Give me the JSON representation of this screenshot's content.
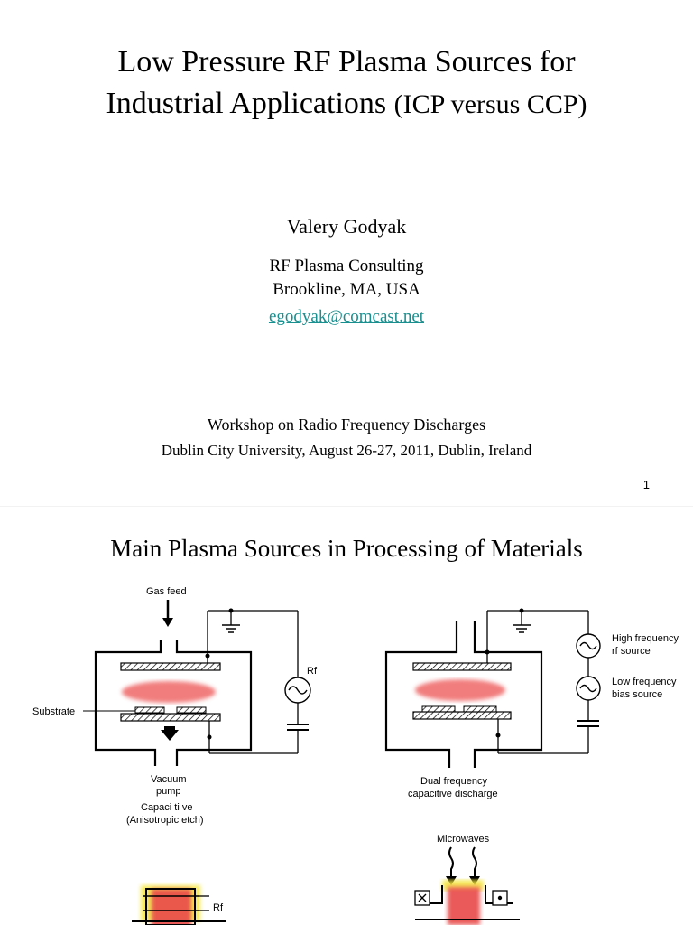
{
  "slide1": {
    "title_line1": "Low Pressure RF Plasma Sources for",
    "title_line2_main": "Industrial Applications",
    "title_line2_sub": "(ICP versus CCP)",
    "author": "Valery Godyak",
    "affiliation_line1": "RF Plasma Consulting",
    "affiliation_line2": "Brookline, MA, USA",
    "email": "egodyak@comcast.net",
    "workshop_line1": "Workshop on Radio Frequency Discharges",
    "workshop_line2": "Dublin City University, August 26-27, 2011, Dublin, Ireland",
    "page_number": "1"
  },
  "slide2": {
    "title": "Main Plasma Sources in Processing of Materials",
    "labels": {
      "gas_feed": "Gas feed",
      "rf": "Rf",
      "substrate": "Substrate",
      "vacuum_line1": "Vacuum",
      "vacuum_line2": "pump",
      "ccp_caption_line1": "Capaci ti ve",
      "ccp_caption_line2": "(Anisotropic etch)",
      "hf_line1": "High frequency",
      "hf_line2": "rf source",
      "lf_line1": "Low frequency",
      "lf_line2": "bias source",
      "dual_line1": "Dual frequency",
      "dual_line2": "capacitive discharge",
      "microwaves": "Microwaves",
      "rf_bottom": "Rf"
    }
  },
  "colors": {
    "plasma": "#f07070",
    "plasma_bright": "#e84a4a",
    "highlight": "#f5e640",
    "link": "#1a8f8f"
  }
}
